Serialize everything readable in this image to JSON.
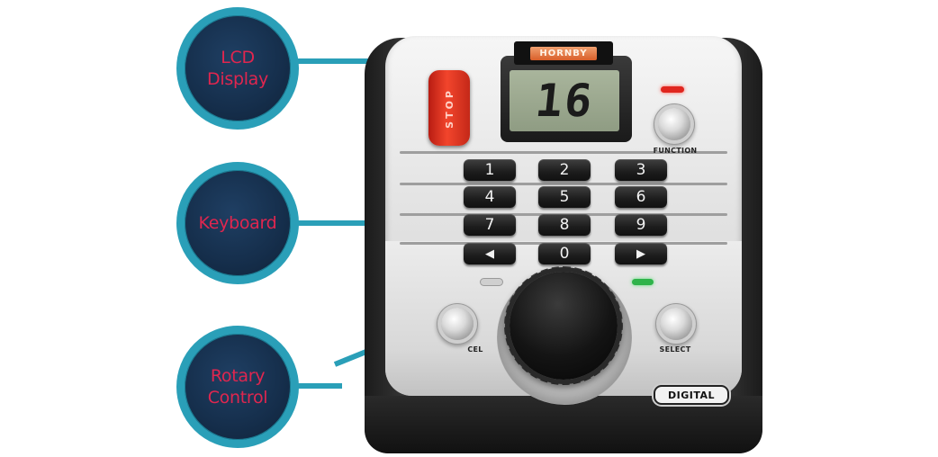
{
  "callouts": {
    "lcd": "LCD\nDisplay",
    "keyboard": "Keyboard",
    "rotary": "Rotary\nControl"
  },
  "controller": {
    "brand": "HORNBY",
    "stop_label": "STOP",
    "lcd_value": "16",
    "function_label": "FUNCTION",
    "select_label": "SELECT",
    "left_button_label": "CEL",
    "digital_label": "DIGITAL",
    "keys": [
      "1",
      "2",
      "3",
      "4",
      "5",
      "6",
      "7",
      "8",
      "9",
      "◀",
      "0",
      "▶"
    ]
  },
  "colors": {
    "callout_fill": "#152e4b",
    "callout_ring": "#2a9fb8",
    "callout_text": "#e0264f",
    "stop_red": "#f2452c",
    "led_red": "#e0261f",
    "led_green": "#2fb34a"
  },
  "icons": {
    "left_arrow_key": "left-arrow-icon",
    "right_arrow_key": "right-arrow-icon"
  }
}
